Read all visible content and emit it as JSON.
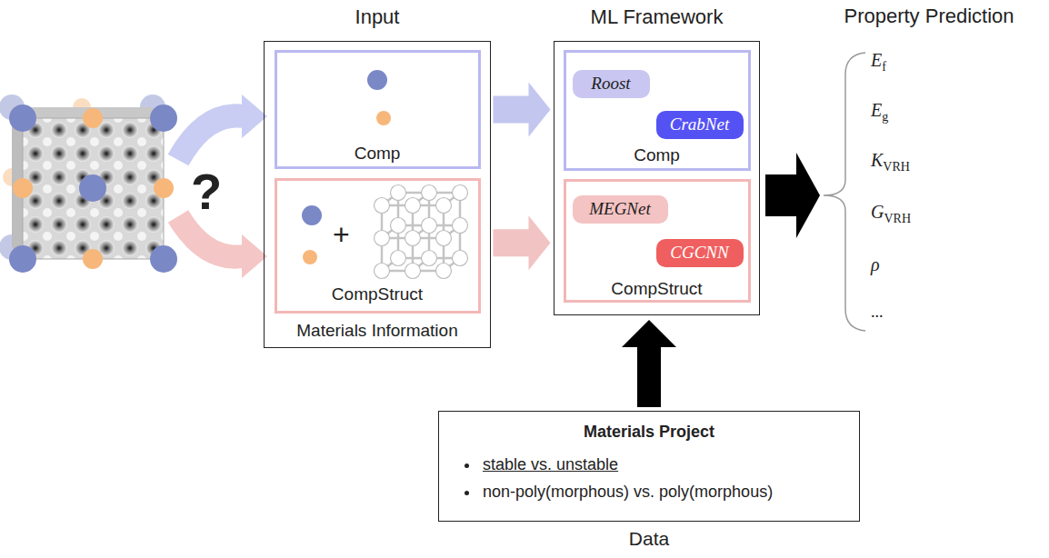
{
  "diagram": {
    "nodes": [
      {
        "text": [
          "Input",
          "Materials Information"
        ]
      },
      {
        "text": [
          "Comp"
        ],
        "in": 0
      },
      {
        "text": [
          "CompStruct"
        ],
        "in": 0
      },
      {
        "text": [
          "ML Framework"
        ]
      },
      {
        "text": [
          "Comp"
        ],
        "in": 3
      },
      {
        "text": [
          "Roost"
        ],
        "in": 4
      },
      {
        "text": [
          "CrabNet"
        ],
        "in": 4
      },
      {
        "text": [
          "CompStruct"
        ],
        "in": 3
      },
      {
        "text": [
          "MEGNet"
        ],
        "in": 7
      },
      {
        "text": [
          "CGCNN"
        ],
        "in": 7
      },
      {
        "text": [
          "Materials Project",
          "stable vs. unstable",
          "non-poly(morphous) vs. poly(morphous)",
          "Data"
        ]
      }
    ],
    "edges": [
      {
        "from": 1,
        "to": 4,
        "arrow": "to"
      },
      {
        "from": 2,
        "to": 7,
        "arrow": "to"
      },
      {
        "from": 10,
        "to": 3,
        "arrow": "to"
      }
    ],
    "labels": [
      "?",
      "+",
      "Property Prediction",
      "Ef",
      "Eg",
      "KVRH",
      "GVRH",
      "ρ",
      "..."
    ]
  }
}
